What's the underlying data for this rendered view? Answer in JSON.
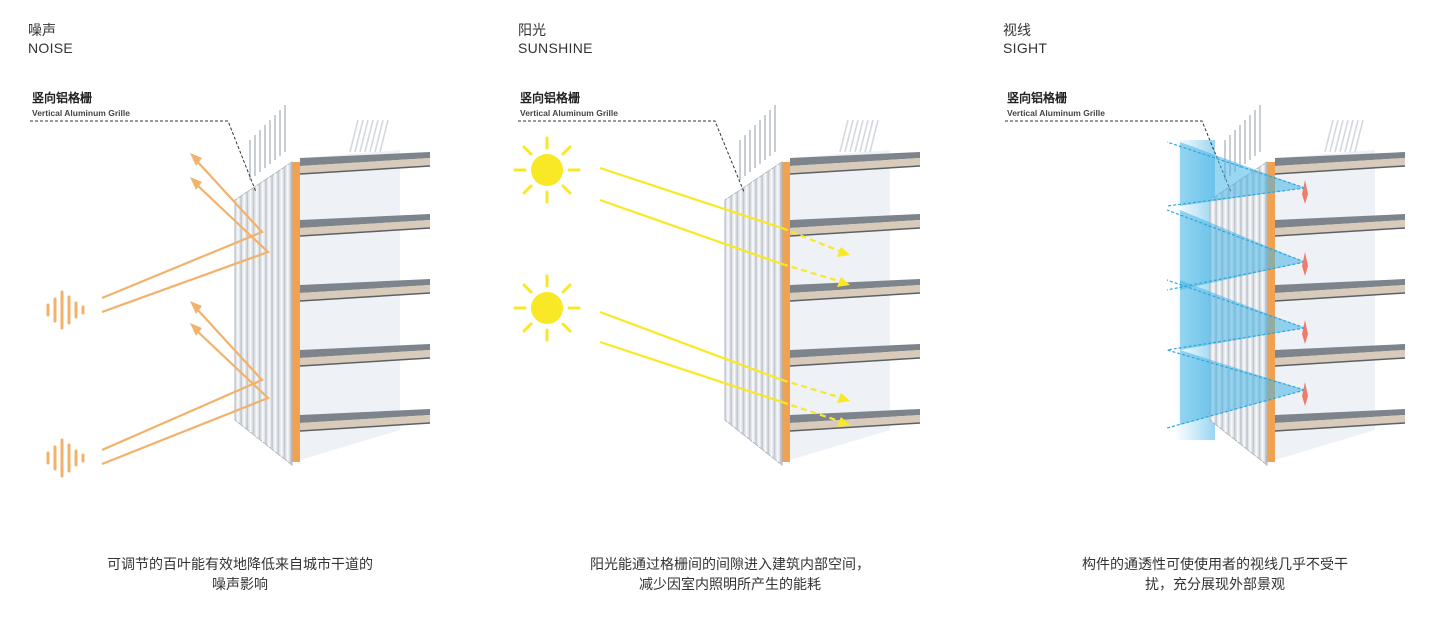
{
  "colors": {
    "noise": "#F2B26B",
    "sun": "#F8E826",
    "sight": "#46B4E6",
    "grille": "#CFD3DA",
    "slab": "#B9A58E",
    "orange_post": "#F0A250"
  },
  "panels": [
    {
      "title_cn": "噪声",
      "title_en": "NOISE",
      "label_cn": "竖向铝格栅",
      "label_en": "Vertical Aluminum Grille",
      "caption": [
        "可调节的百叶能有效地降低来自城市干道的",
        "噪声影响"
      ],
      "icon": "sound-wave-icon"
    },
    {
      "title_cn": "阳光",
      "title_en": "SUNSHINE",
      "label_cn": "竖向铝格栅",
      "label_en": "Vertical Aluminum Grille",
      "caption": [
        "阳光能通过格栅间的间隙进入建筑内部空间，",
        "减少因室内照明所产生的能耗"
      ],
      "icon": "sun-icon"
    },
    {
      "title_cn": "视线",
      "title_en": "SIGHT",
      "label_cn": "竖向铝格栅",
      "label_en": "Vertical Aluminum Grille",
      "caption": [
        "构件的通透性可使使用者的视线几乎不受干",
        "扰，充分展现外部景观"
      ],
      "icon": "eye-sightline-icon"
    }
  ]
}
